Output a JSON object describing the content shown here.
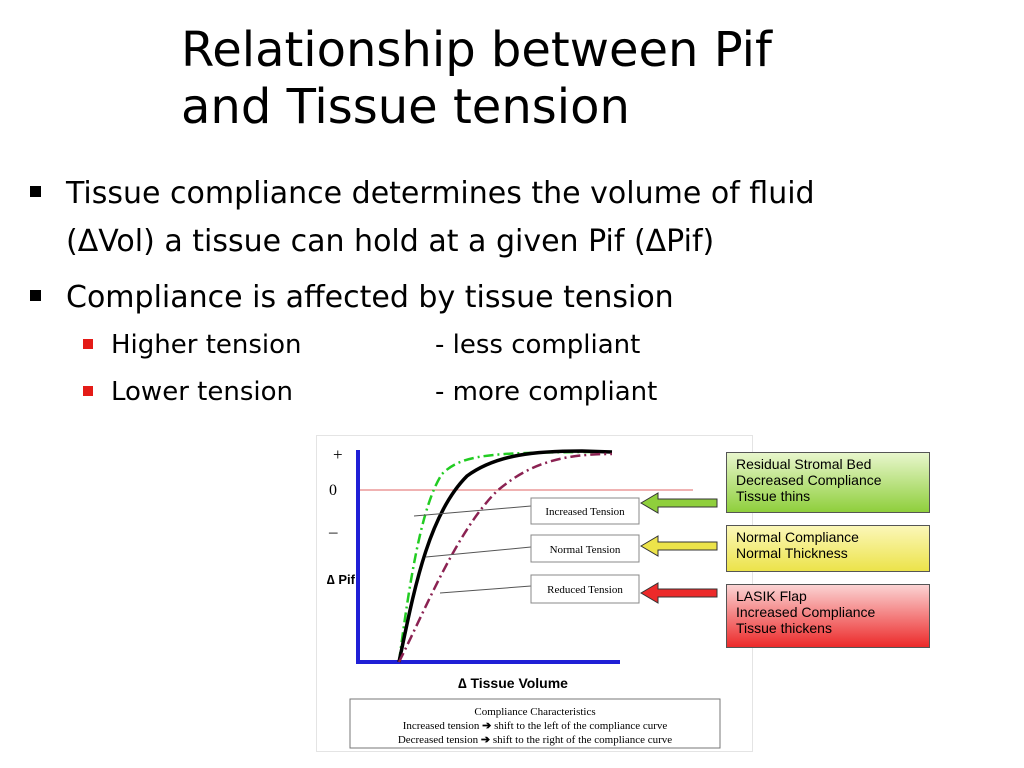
{
  "title_lines": [
    "Relationship between Pif",
    "and Tissue tension"
  ],
  "bullets": [
    {
      "lines": [
        "Tissue compliance determines the volume of fluid",
        "(ΔVol) a tissue can hold at a given Pif (ΔPif)"
      ]
    },
    {
      "lines": [
        "Compliance is affected by tissue tension"
      ]
    }
  ],
  "sub_bullets": [
    {
      "label": "Higher tension",
      "effect": "- less compliant"
    },
    {
      "label": "Lower tension",
      "effect": "- more compliant"
    }
  ],
  "diagram": {
    "y_ticks": [
      "+",
      "0",
      "–"
    ],
    "y_axis_label": "∆ Pif",
    "x_axis_label": "∆ Tissue Volume",
    "curve_labels": [
      "Increased Tension",
      "Normal Tension",
      "Reduced Tension"
    ],
    "curve_colors": {
      "increased": "#22cc22",
      "normal": "#000000",
      "reduced": "#8b2252"
    },
    "zero_line_color": "#e06666",
    "axis_color": "#1f1fd6",
    "characteristics": {
      "title": "Compliance Characteristics",
      "rows": [
        {
          "left": "Increased tension",
          "right": "shift to the left of the compliance curve"
        },
        {
          "left": "Decreased tension",
          "right": "shift to the right of the compliance curve"
        }
      ],
      "arrow_glyph": "➔"
    }
  },
  "callouts": [
    {
      "lines": [
        "Residual Stromal Bed",
        "Decreased Compliance",
        "Tissue thins"
      ],
      "color": "#8fcf3c"
    },
    {
      "lines": [
        "Normal Compliance",
        "Normal Thickness"
      ],
      "color": "#ece34a"
    },
    {
      "lines": [
        "LASIK Flap",
        "Increased Compliance",
        "Tissue thickens"
      ],
      "color": "#ec2a2a"
    }
  ]
}
